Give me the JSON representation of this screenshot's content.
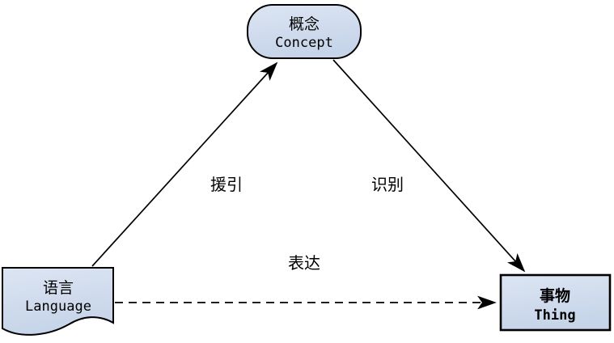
{
  "diagram": {
    "type": "semiotic-triangle",
    "background": "#ffffff",
    "nodes": {
      "concept": {
        "label_zh": "概念",
        "label_en": "Concept",
        "shape": "stadium"
      },
      "language": {
        "label_zh": "语言",
        "label_en": "Language",
        "shape": "document"
      },
      "thing": {
        "label_zh": "事物",
        "label_en": "Thing",
        "shape": "rectangle"
      }
    },
    "edges": {
      "language_to_concept": {
        "from": "language",
        "to": "concept",
        "label": "援引",
        "style": "solid-arrow"
      },
      "concept_to_thing": {
        "from": "concept",
        "to": "thing",
        "label": "识别",
        "style": "solid-arrow"
      },
      "language_to_thing": {
        "from": "language",
        "to": "thing",
        "label": "表达",
        "style": "dashed-arrow"
      }
    },
    "colors": {
      "node_fill_light": "#dce5f2",
      "node_fill_dark": "#c6d4e9",
      "stroke": "#000000"
    }
  }
}
